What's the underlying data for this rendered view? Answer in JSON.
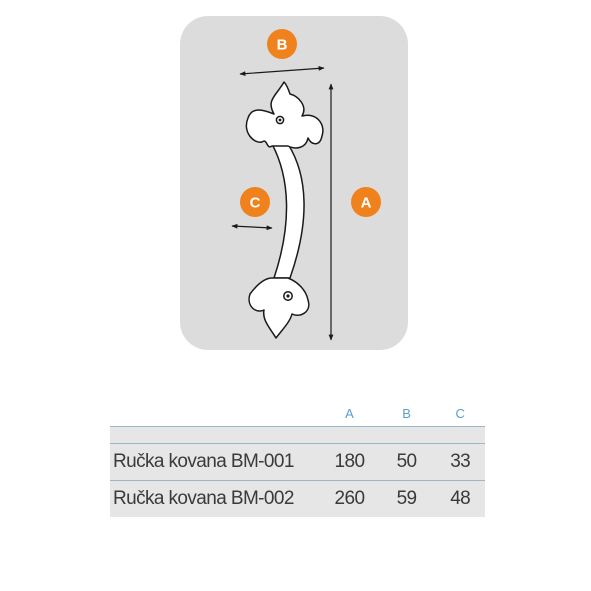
{
  "diagram": {
    "labels": {
      "a": "A",
      "b": "B",
      "c": "C"
    },
    "colors": {
      "panel": "#dcdcdc",
      "badge": "#f0821e",
      "handle_fill": "#ffffff",
      "outline": "#1a1a1a"
    }
  },
  "table": {
    "header_color": "#5aa0c8",
    "row_bg": "#e6e6e6",
    "columns": [
      "A",
      "B",
      "C"
    ],
    "rows": [
      {
        "name": "Ručka kovana BM-001",
        "a": "180",
        "b": "50",
        "c": "33"
      },
      {
        "name": "Ručka kovana BM-002",
        "a": "260",
        "b": "59",
        "c": "48"
      }
    ]
  }
}
